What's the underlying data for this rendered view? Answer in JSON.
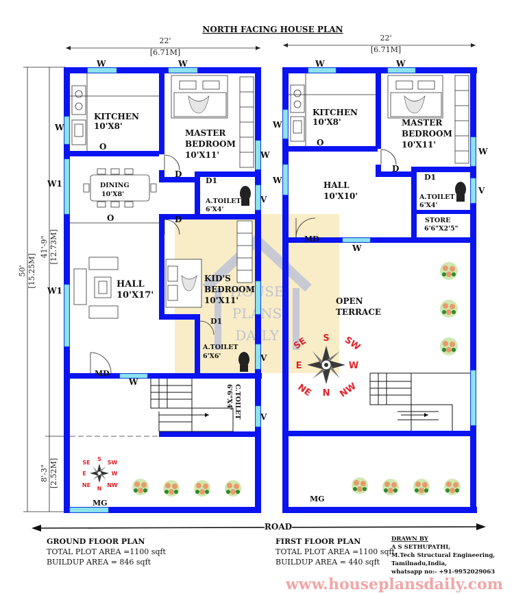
{
  "title": "NORTH FACING HOUSE PLAN",
  "dimensions": {
    "gf_width": "22'",
    "gf_width_m": "[6.71M]",
    "ff_width": "22'",
    "ff_width_m": "[6.71M]",
    "total_depth": "50'",
    "total_depth_m": "[15.25M]",
    "house_depth": "41'-9\"",
    "house_depth_m": "[12.73M]",
    "front_depth": "8'-3\"",
    "front_depth_m": "[2.52M]"
  },
  "ground_floor": {
    "kitchen": {
      "name": "KITCHEN",
      "size": "10'X8'"
    },
    "master_bedroom": {
      "name1": "MASTER",
      "name2": "BEDROOM",
      "size": "10'X11'"
    },
    "dining": {
      "name": "DINING",
      "size": "10'X8'"
    },
    "toilet1": {
      "name": "A.TOILET",
      "size": "6'X4'"
    },
    "hall": {
      "name": "HALL",
      "size": "10'X17'"
    },
    "kids_bedroom": {
      "name1": "KID'S",
      "name2": "BEDROOM",
      "size": "10'X11'"
    },
    "toilet2": {
      "name": "A.TOILET",
      "size": "6'X6'"
    },
    "ctoilet": {
      "name": "C.TOILET",
      "size": "6'6\"X4'"
    },
    "labels": {
      "w": "W",
      "w1": "W1",
      "o": "O",
      "d": "D",
      "d1": "D1",
      "v": "V",
      "md": "MD",
      "mg": "MG"
    }
  },
  "first_floor": {
    "kitchen": {
      "name": "KITCHEN",
      "size": "10'X8'"
    },
    "master_bedroom": {
      "name1": "MASTER",
      "name2": "BEDROOM",
      "size": "10'X11'"
    },
    "hall": {
      "name": "HALL",
      "size": "10'X10'"
    },
    "toilet": {
      "name": "A.TOILET",
      "size": "6'X4'"
    },
    "store": {
      "name": "STORE",
      "size": "6'6\"X2'5\""
    },
    "terrace": {
      "name1": "OPEN",
      "name2": "TERRACE"
    },
    "labels": {
      "w": "W",
      "o": "O",
      "d": "D",
      "d1": "D1",
      "v": "V",
      "md": "MD",
      "mg": "MG"
    }
  },
  "compass": {
    "s": "S",
    "se": "SE",
    "sw": "SW",
    "e": "E",
    "w": "W",
    "n": "N",
    "ne": "NE",
    "nw": "NW"
  },
  "watermark": {
    "line1": "HOUSE",
    "line2": "PLANS",
    "line3": "DAILY"
  },
  "road": "ROAD",
  "footer": {
    "gf_title": "GROUND FLOOR PLAN",
    "gf_plot": "TOTAL PLOT AREA =1100 sqft",
    "gf_build": "BUILDUP AREA = 846 sqft",
    "ff_title": "FIRST FLOOR PLAN",
    "ff_plot": "TOTAL PLOT AREA =1100 sqft",
    "ff_build": "BUILDUP AREA = 440 sqft"
  },
  "credits": {
    "drawn_by": "DRAWN BY",
    "name": "A S SETHUPATHI,",
    "qualification": "M.Tech Structural Engineering,",
    "location": "Tamilnadu,India,",
    "whatsapp": "whatsapp no:- +91-9952029063"
  },
  "website": "www.houseplansdaily.com",
  "colors": {
    "wall": "#0a14f0",
    "window": "#8fe3ee",
    "compass_red": "#e0242c",
    "watermark": "#f3df9a"
  }
}
